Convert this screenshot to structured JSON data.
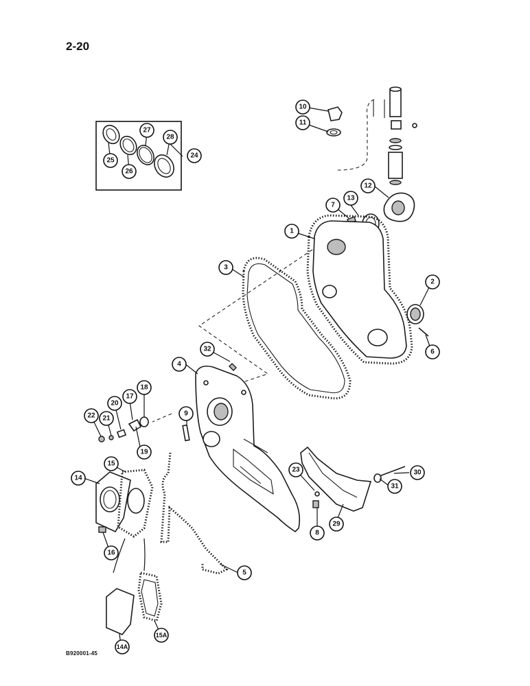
{
  "page": {
    "number": "2-20",
    "figure_code": "B920001-45"
  },
  "inset_label": "24",
  "callouts": [
    {
      "id": "c1",
      "label": "1"
    },
    {
      "id": "c2",
      "label": "2"
    },
    {
      "id": "c3",
      "label": "3"
    },
    {
      "id": "c4",
      "label": "4"
    },
    {
      "id": "c5",
      "label": "5"
    },
    {
      "id": "c6",
      "label": "6"
    },
    {
      "id": "c7",
      "label": "7"
    },
    {
      "id": "c8",
      "label": "8"
    },
    {
      "id": "c9",
      "label": "9"
    },
    {
      "id": "c10",
      "label": "10"
    },
    {
      "id": "c11",
      "label": "11"
    },
    {
      "id": "c12",
      "label": "12"
    },
    {
      "id": "c13",
      "label": "13"
    },
    {
      "id": "c14",
      "label": "14"
    },
    {
      "id": "c14a",
      "label": "14A"
    },
    {
      "id": "c15",
      "label": "15"
    },
    {
      "id": "c15a",
      "label": "15A"
    },
    {
      "id": "c16",
      "label": "16"
    },
    {
      "id": "c17",
      "label": "17"
    },
    {
      "id": "c18",
      "label": "18"
    },
    {
      "id": "c19",
      "label": "19"
    },
    {
      "id": "c20",
      "label": "20"
    },
    {
      "id": "c21",
      "label": "21"
    },
    {
      "id": "c22",
      "label": "22"
    },
    {
      "id": "c23",
      "label": "23"
    },
    {
      "id": "c25",
      "label": "25"
    },
    {
      "id": "c26",
      "label": "26"
    },
    {
      "id": "c27",
      "label": "27"
    },
    {
      "id": "c28",
      "label": "28"
    },
    {
      "id": "c29",
      "label": "29"
    },
    {
      "id": "c30",
      "label": "30"
    },
    {
      "id": "c31",
      "label": "31"
    },
    {
      "id": "c32",
      "label": "32"
    }
  ]
}
